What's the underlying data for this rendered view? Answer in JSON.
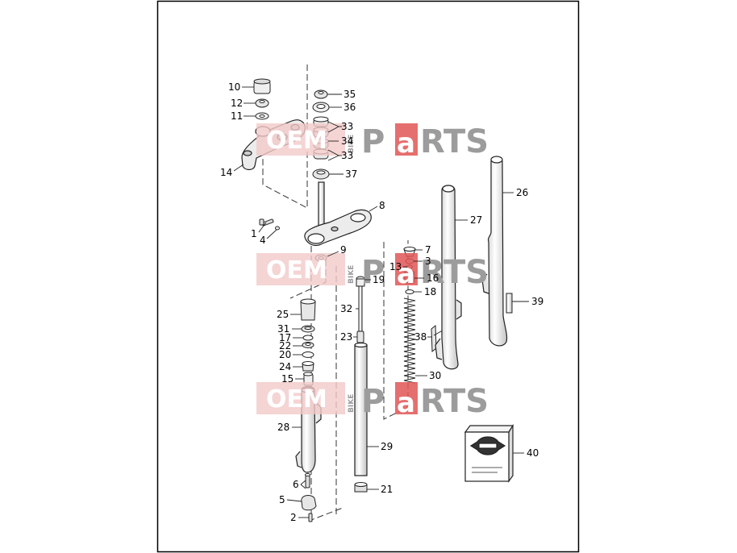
{
  "watermark": {
    "word_a": "OEM",
    "word_small": "BIKE",
    "word_b": "P",
    "word_c": "a",
    "word_d": "RTS"
  },
  "colors": {
    "frame": "#000000",
    "line": "#222222",
    "part_fill": "#f2f2f2",
    "part_shade": "#bdbdbd",
    "watermark_red": "#e05656",
    "watermark_gray": "#9c9c9c",
    "watermark_pink": "#f3c9c9"
  },
  "callouts": {
    "c1": "1",
    "c2": "2",
    "c3": "3",
    "c4": "4",
    "c5": "5",
    "c6": "6",
    "c7": "7",
    "c8": "8",
    "c9": "9",
    "c10": "10",
    "c11": "11",
    "c12": "12",
    "c13": "13",
    "c14": "14",
    "c15": "15",
    "c16": "16",
    "c17": "17",
    "c18": "18",
    "c19": "19",
    "c20": "20",
    "c21": "21",
    "c22": "22",
    "c23": "23",
    "c24": "24",
    "c25": "25",
    "c26": "26",
    "c27": "27",
    "c28": "28",
    "c29": "29",
    "c30": "30",
    "c31": "31",
    "c32": "32",
    "c33a": "33",
    "c33b": "33",
    "c34": "34",
    "c35": "35",
    "c36": "36",
    "c37": "37",
    "c38": "38",
    "c39": "39",
    "c40": "40"
  }
}
